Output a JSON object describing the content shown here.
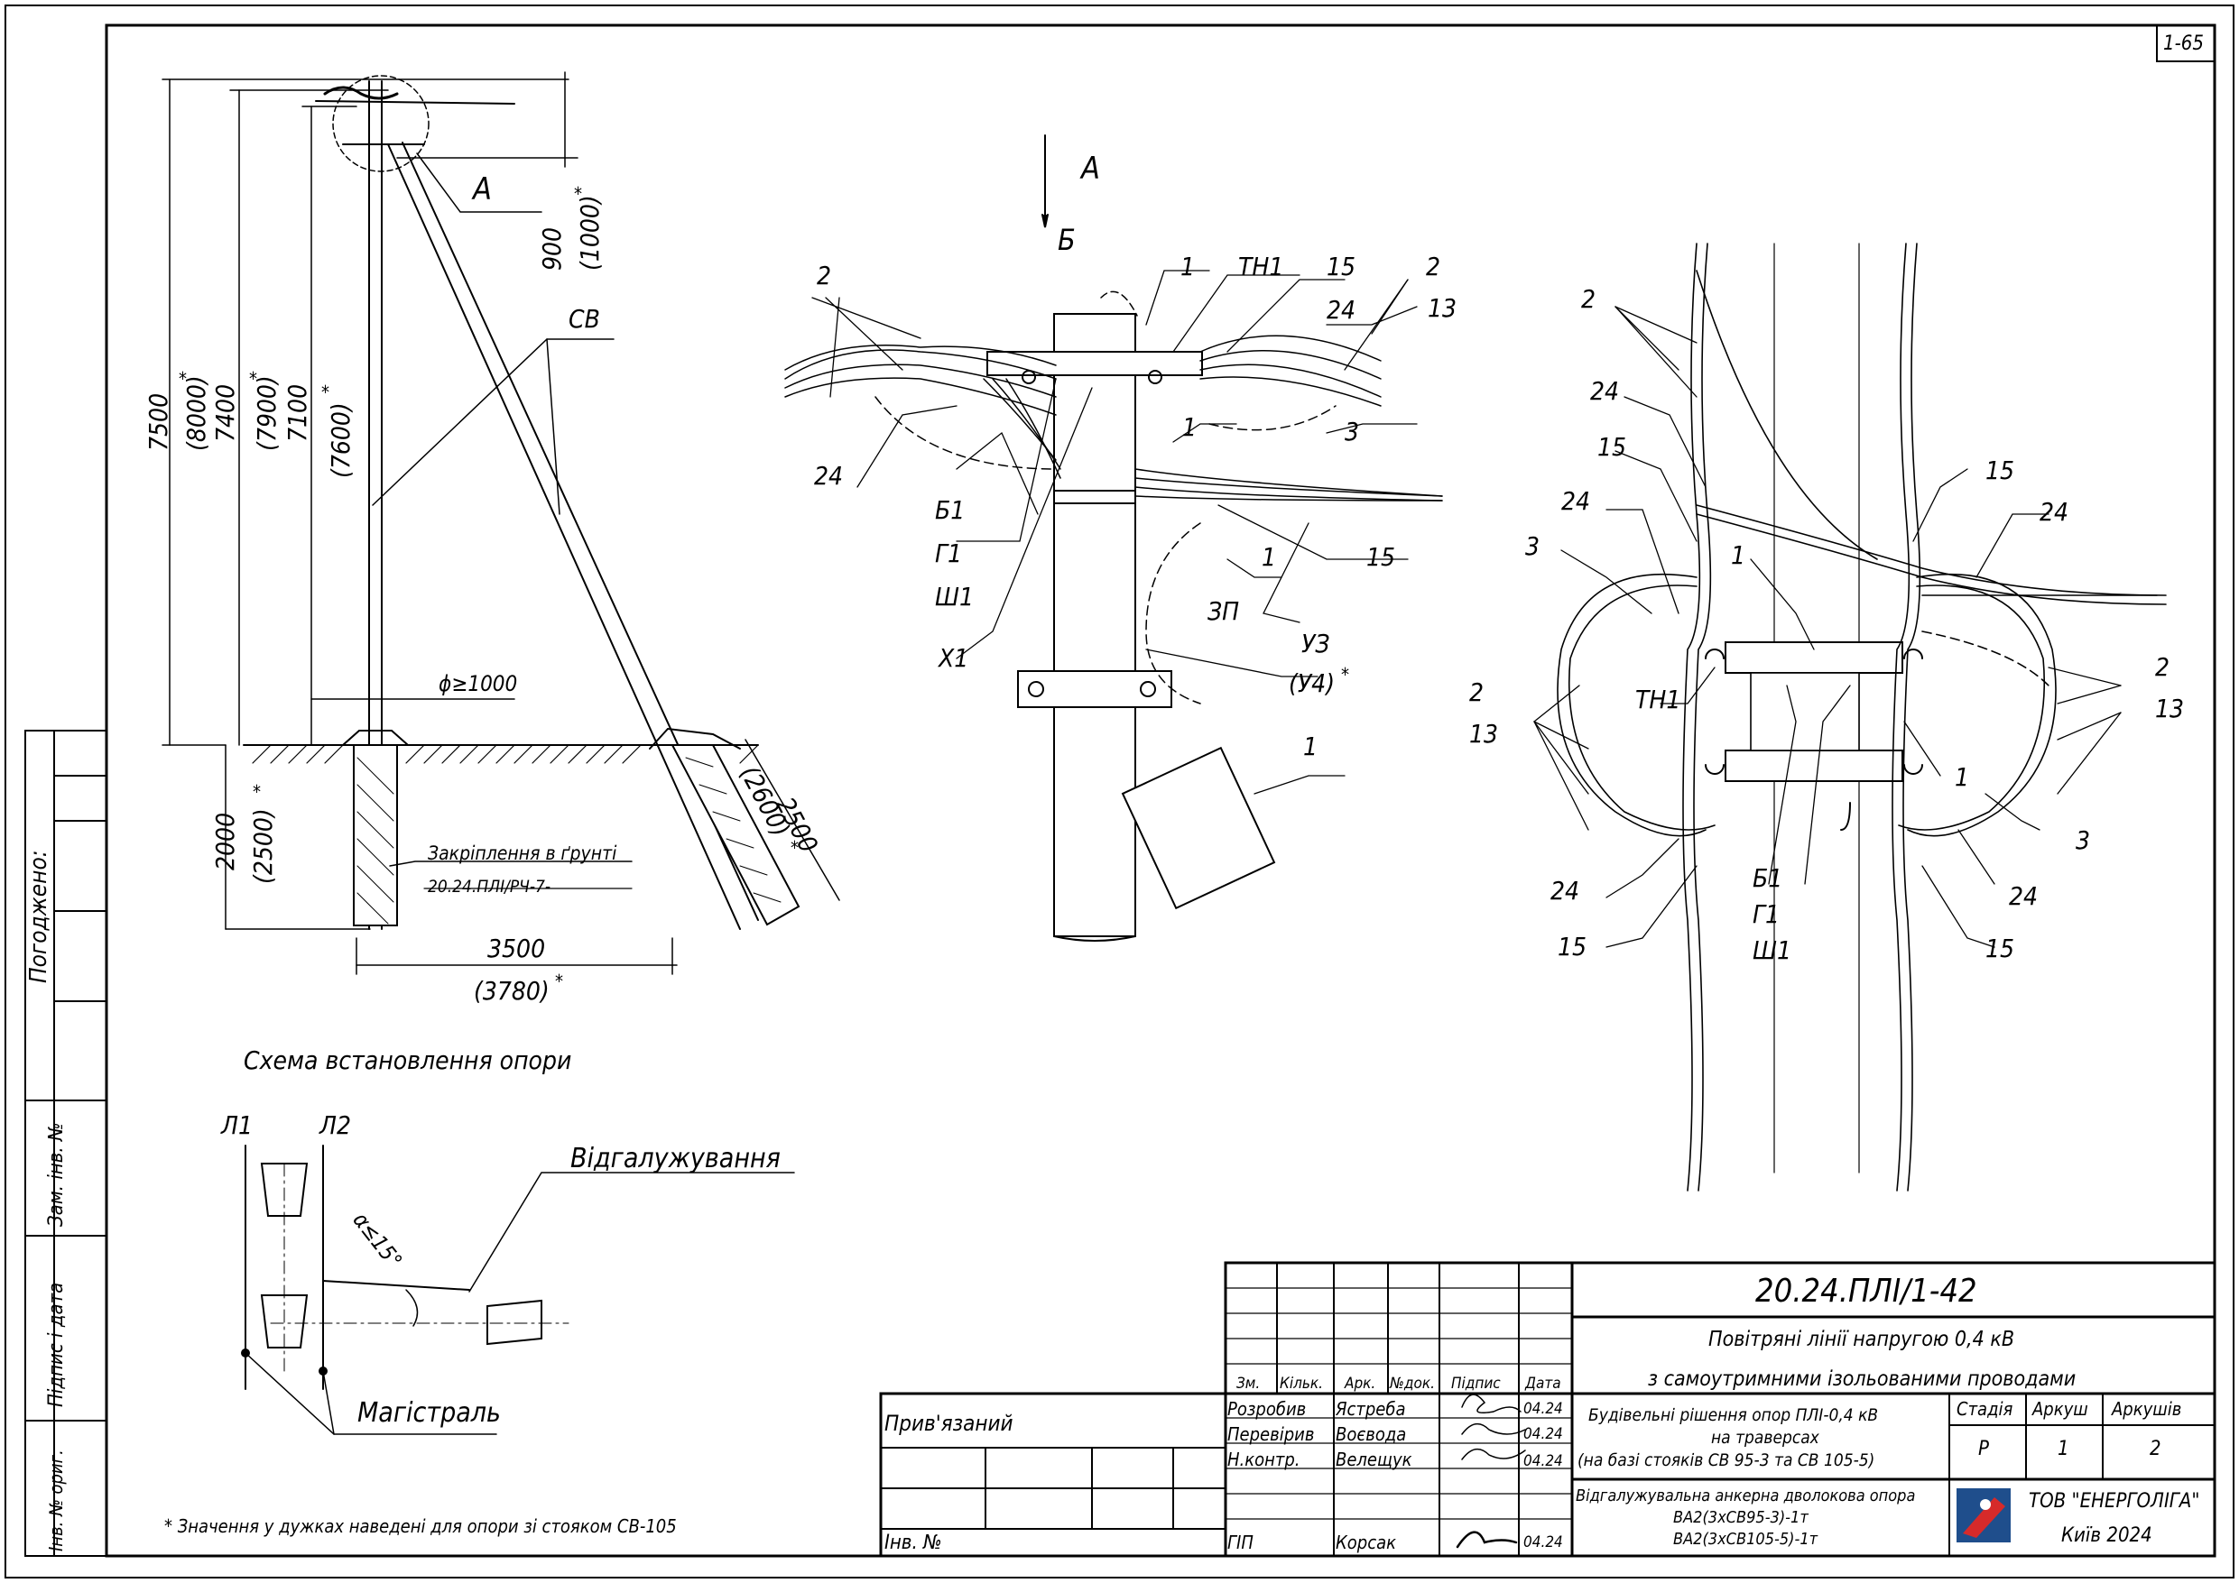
{
  "sheet_code": "1-65",
  "schema_title": "Схема встановлення опори",
  "footnote": "* Значення у дужках наведені для опори зі стояком СВ-105",
  "elevation": {
    "callout_A": "А",
    "pole_label": "СВ",
    "dims": {
      "d7500": "7500",
      "d8000": "(8000)",
      "d7400": "7400",
      "d7900": "(7900)",
      "d7100": "7100",
      "d7600": "(7600)",
      "d900": "900",
      "d1000": "(1000)",
      "d2000": "2000",
      "d2500a": "(2500)",
      "d3500": "3500",
      "d3780": "(3780)",
      "d2500b": "2500",
      "d2600": "(2600)",
      "pit": "ϕ≥1000",
      "star": "*"
    },
    "soil_title": "Закріплення в ґрунті",
    "soil_ref": "20.24.ПЛІ/РЧ-7-"
  },
  "view_A": {
    "title": "А",
    "arrow": "Б",
    "labels": [
      "1",
      "ТН1",
      "15",
      "2",
      "13",
      "2",
      "24",
      "24",
      "1",
      "3",
      "Б1",
      "Г1",
      "Ш1",
      "1",
      "15",
      "ЗП",
      "Х1",
      "УЗ",
      "(У4)",
      "1"
    ]
  },
  "view_B": {
    "labels": [
      "2",
      "24",
      "15",
      "24",
      "3",
      "1",
      "15",
      "24",
      "2",
      "13",
      "2",
      "13",
      "ТН1",
      "1",
      "Б1",
      "Г1",
      "Ш1",
      "3",
      "24",
      "24",
      "15",
      "15"
    ]
  },
  "branch": {
    "L1": "Л1",
    "L2": "Л2",
    "angle": "α≤15°",
    "branch_label": "Відгалужування",
    "main_label": "Магістраль"
  },
  "left_strip": {
    "agreed": "Погоджено:",
    "zam": "Зам. інв. №",
    "sign_date": "Підпис і дата",
    "inv_orig": "Інв. № ориг."
  },
  "title_block": {
    "doc_code": "20.24.ПЛІ/1-42",
    "title_line1": "Повітряні лінії напругою 0,4 кВ",
    "title_line2": "з самоутримними ізольованими проводами",
    "privyaz": "Прив'язаний",
    "inv_no": "Інв. №",
    "col_headers": [
      "Зм.",
      "Кільк.",
      "Арк.",
      "№док.",
      "Підпис",
      "Дата"
    ],
    "rows": [
      {
        "role": "Розробив",
        "name": "Ястреба",
        "date": "04.24"
      },
      {
        "role": "Перевірив",
        "name": "Воєвода",
        "date": "04.24"
      },
      {
        "role": "Н.контр.",
        "name": "Велещук",
        "date": "04.24"
      },
      {
        "role": "ГІП",
        "name": "Корсак",
        "date": "04.24"
      }
    ],
    "section_line1": "Будівельні рішення опор ПЛІ-0,4 кВ",
    "section_line2": "на траверсах",
    "section_line3": "(на базі стояків СВ 95-3 та СВ 105-5)",
    "sheet_line1": "Відгалужувальна анкерна дволокова опора",
    "sheet_line2": "ВА2(3хСВ95-3)-1т",
    "sheet_line3": "ВА2(3хСВ105-5)-1т",
    "stage_h": "Стадія",
    "sheet_h": "Аркуш",
    "sheets_h": "Аркушів",
    "stage": "Р",
    "sheet": "1",
    "sheets": "2",
    "company": "ТОВ \"ЕНЕРГОЛІГА\"",
    "city_year": "Київ 2024"
  }
}
